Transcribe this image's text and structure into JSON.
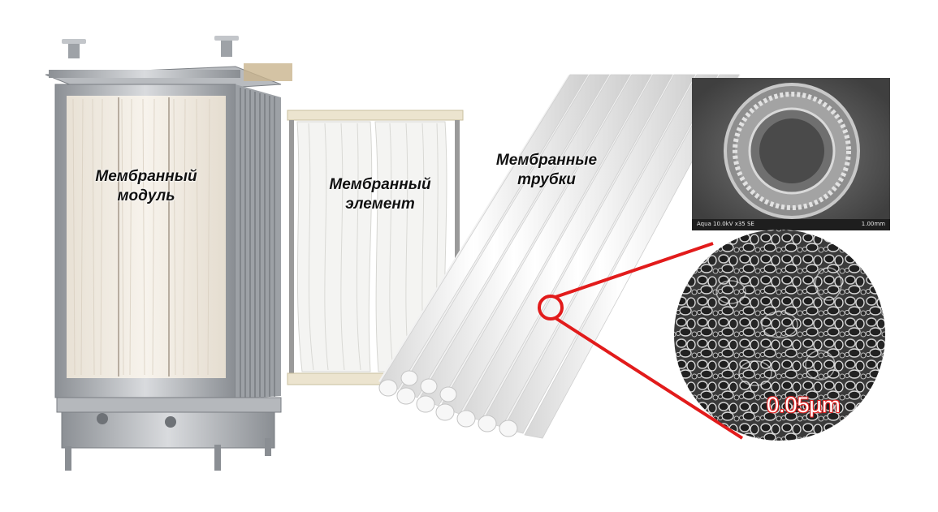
{
  "labels": {
    "module": [
      "Мембранный",
      "модуль"
    ],
    "element": [
      "Мембранный",
      "элемент"
    ],
    "tubes": [
      "Мембранные",
      "трубки"
    ]
  },
  "sem": {
    "info_left": "Aqua 10.0kV x35 SE",
    "info_right": "1.00mm",
    "scale_label": "0.05µm"
  },
  "colors": {
    "callout": "#e21b1b",
    "frame_steel": "#a9acb0",
    "fiber": "#efe9df",
    "tube": "#f3f3f3"
  }
}
